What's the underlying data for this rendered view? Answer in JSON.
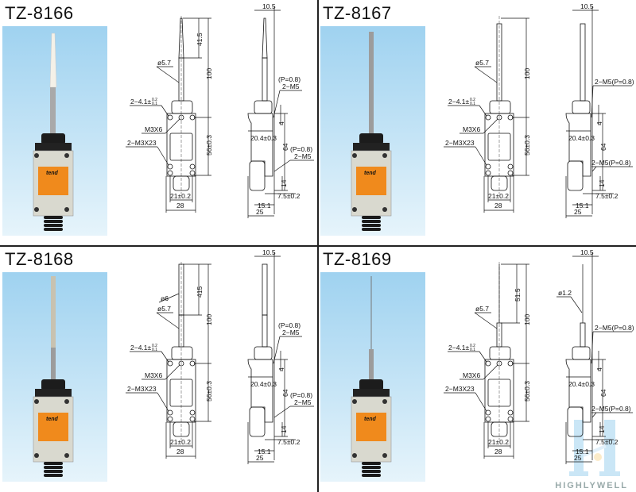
{
  "colors": {
    "photo_bg_top": "#9fd2f0",
    "photo_bg_bottom": "#e6f4fb",
    "label_orange": "#f08a1c",
    "body_gray": "#d9d9cf"
  },
  "quadrants": [
    {
      "title": "TZ-8166",
      "rod_type": "tapered",
      "product_label": "tend",
      "front": {
        "rod_dia": "ø5.7",
        "tip_len": "41.5",
        "total": "100",
        "mount_hole": "2−4.1±",
        "tol_up": "0.2",
        "tol_low": "0.1",
        "m3x6": "M3X6",
        "m3x23": "2−M3X23",
        "height": "56±0.3",
        "pitch": "21±0.2",
        "width": "28"
      },
      "side": {
        "w105": "10.5",
        "m5_top_a": "(P=0.8)",
        "m5_top_b": "2−M5",
        "d204": "20.4±0.3",
        "h64": "64",
        "h4": "4",
        "m5_bot_a": "(P=0.8)",
        "m5_bot_b": "2−M5",
        "h14": "14",
        "d75": "7.5±0.2",
        "d151": "15.1",
        "d25": "25"
      }
    },
    {
      "title": "TZ-8167",
      "rod_type": "spring",
      "product_label": "tend",
      "front": {
        "rod_dia": "ø5.7",
        "total": "100",
        "mount_hole": "2−4.1±",
        "tol_up": "0.2",
        "tol_low": "0.1",
        "m3x6": "M3X6",
        "m3x23": "2−M3X23",
        "height": "56±0.3",
        "pitch": "21±0.2",
        "width": "28"
      },
      "side": {
        "w105": "10.5",
        "m5_top_b": "2−M5(P=0.8)",
        "d204": "20.4±0.3",
        "h64": "64",
        "h4": "4",
        "m5_bot_b": "2−M5(P=0.8)",
        "h14": "14",
        "d75": "7.5±0.2",
        "d151": "15.1",
        "d25": "25"
      }
    },
    {
      "title": "TZ-8168",
      "rod_type": "rod",
      "product_label": "tend",
      "front": {
        "tip_dia": "ø6",
        "rod_dia": "ø5.7",
        "tip_len": "415",
        "total": "100",
        "mount_hole": "2−4.1±",
        "tol_up": "0.2",
        "tol_low": "0.1",
        "m3x6": "M3X6",
        "m3x23": "2−M3X23",
        "height": "56±0.3",
        "pitch": "21±0.2",
        "width": "28"
      },
      "side": {
        "w105": "10.5",
        "m5_top_a": "(P=0.8)",
        "m5_top_b": "2−M5",
        "d204": "20.4±0.3",
        "h64": "64",
        "h4": "4",
        "m5_bot_a": "(P=0.8)",
        "m5_bot_b": "2−M5",
        "h14": "14",
        "d75": "7.5±0.2",
        "d151": "15.1",
        "d25": "25"
      }
    },
    {
      "title": "TZ-8169",
      "rod_type": "wire",
      "product_label": "tend",
      "front": {
        "rod_dia": "ø5.7",
        "tip_len": "51.5",
        "total": "100",
        "mount_hole": "2−4.1±",
        "tol_up": "0.2",
        "tol_low": "0.1",
        "m3x6": "M3X6",
        "m3x23": "2−M3X23",
        "height": "56±0.3",
        "pitch": "21±0.2",
        "width": "28"
      },
      "side": {
        "w105": "10.5",
        "tip_dia": "ø1.2",
        "m5_top_b": "2−M5(P=0.8)",
        "d204": "20.4±0.3",
        "h64": "64",
        "h4": "4",
        "m5_bot_b": "2−M5(P=0.8)",
        "h14": "14",
        "d75": "7.5±0.2",
        "d151": "15.1",
        "d25": "25"
      }
    }
  ],
  "watermark": "HIGHLYWELL"
}
